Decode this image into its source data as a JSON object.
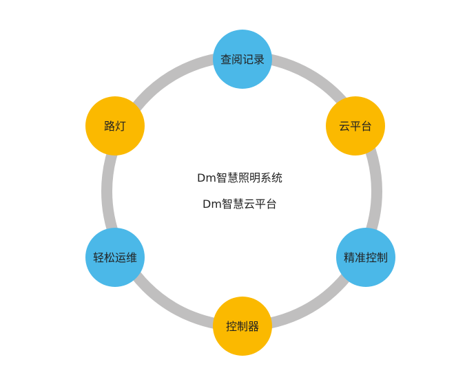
{
  "center": {
    "line1": "Dm智慧照明系统",
    "line2": "Dm智慧云平台"
  },
  "nodes": [
    {
      "label": "查阅记录",
      "color": "#4bb8e8"
    },
    {
      "label": "云平台",
      "color": "#fbb900"
    },
    {
      "label": "精准控制",
      "color": "#4bb8e8"
    },
    {
      "label": "控制器",
      "color": "#fbb900"
    },
    {
      "label": "轻松运维",
      "color": "#4bb8e8"
    },
    {
      "label": "路灯",
      "color": "#fbb900"
    }
  ],
  "colors": {
    "ring": "#c0bfbf",
    "blue": "#4bb8e8",
    "yellow": "#fbb900"
  }
}
